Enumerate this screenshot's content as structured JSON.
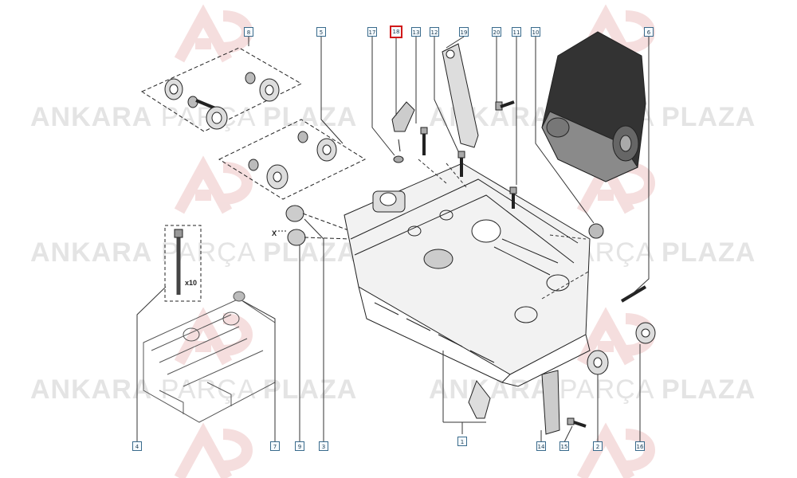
{
  "watermark": {
    "brand_bold_1": "ANKARA",
    "brand_thin": "PARÇA",
    "brand_bold_2": "PLAZA"
  },
  "diagram": {
    "quantity_label": "x10",
    "dimension_label": "X",
    "selected_callout": "18",
    "callouts": {
      "c8": "8",
      "c5": "5",
      "c17": "17",
      "c18": "18",
      "c13": "13",
      "c12": "12",
      "c19": "19",
      "c20": "20",
      "c11": "11",
      "c10": "10",
      "c6": "6",
      "c4": "4",
      "c7": "7",
      "c9": "9",
      "c3": "3",
      "c1": "1",
      "c14": "14",
      "c15": "15",
      "c2": "2",
      "c16": "16"
    }
  },
  "colors": {
    "line": "#222222",
    "callout_border": "#3a6b8c",
    "selected_border": "#d11a1a",
    "watermark": "#e4e4e4",
    "watermark_logo": "#f2d6d6"
  }
}
